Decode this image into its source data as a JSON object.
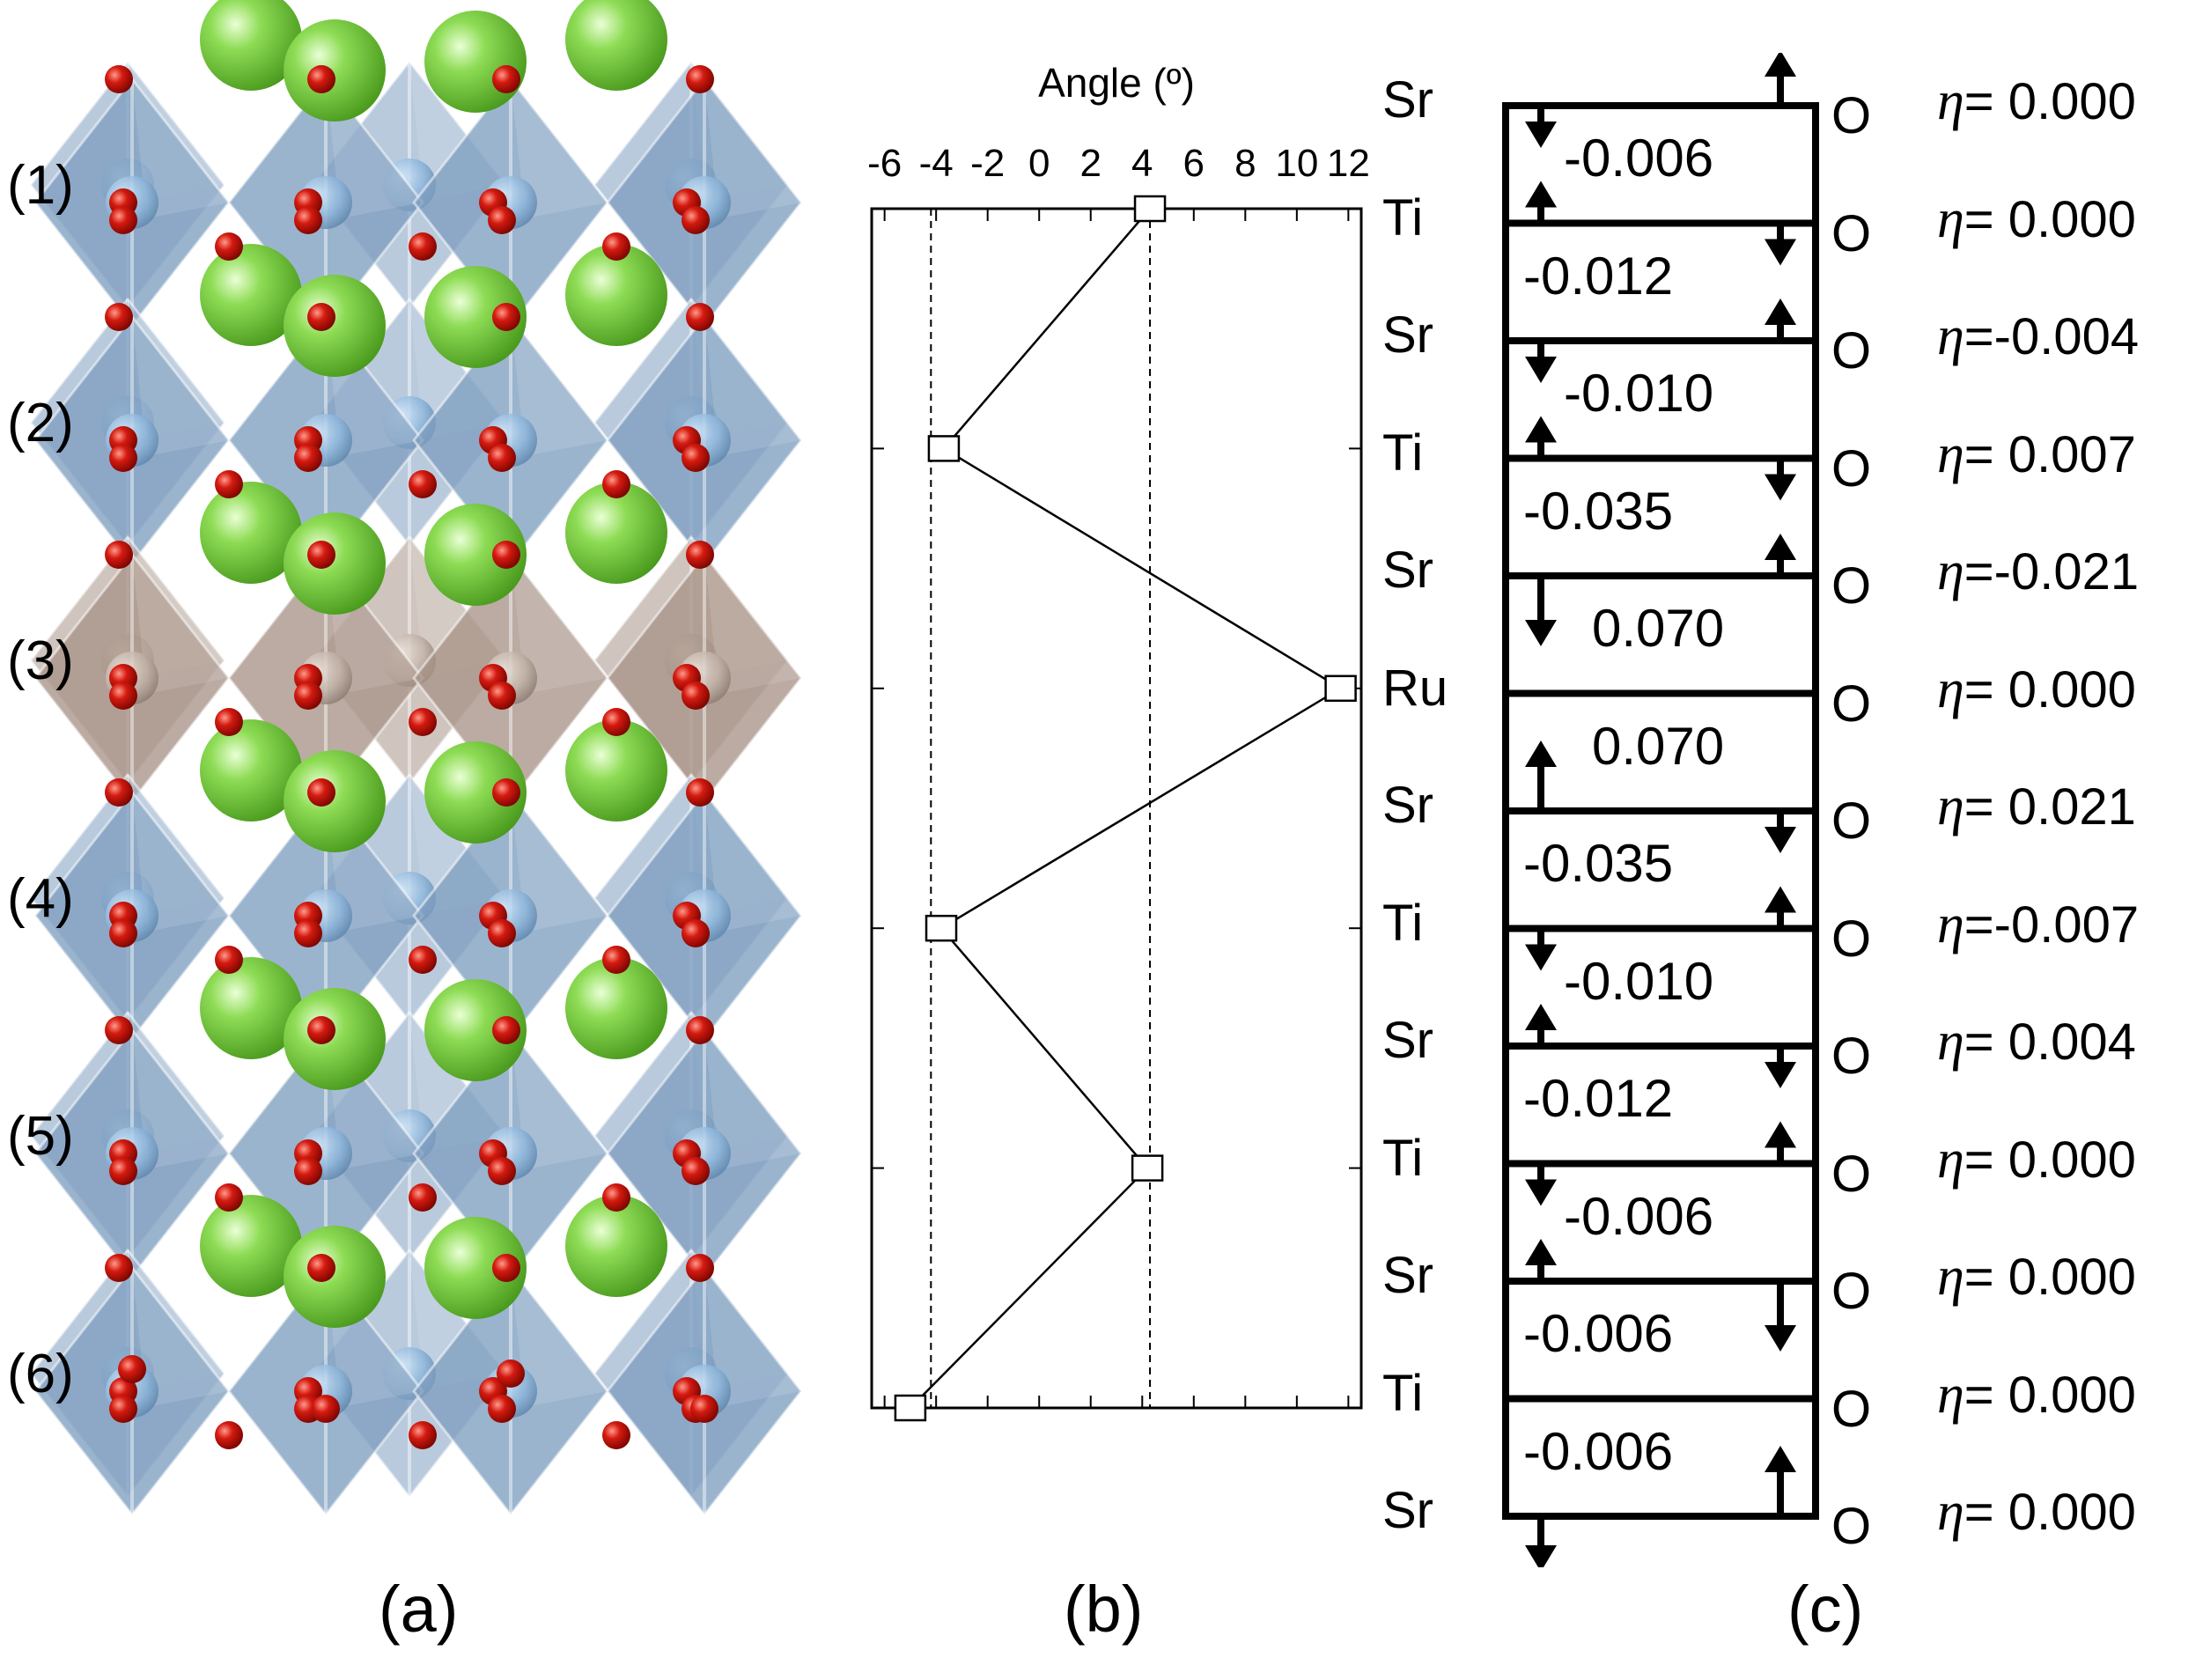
{
  "panel_labels": [
    "(a)",
    "(b)",
    "(c)"
  ],
  "layer_labels": [
    "(1)",
    "(2)",
    "(3)",
    "(4)",
    "(5)",
    "(6)"
  ],
  "colors": {
    "sr_sphere": "#7ed34a",
    "oxygen_sphere": "#cc1111",
    "ti_octahedron": "#7f9fc0",
    "ru_octahedron": "#9e8c82",
    "b_site_ti": "#8fb7dc",
    "b_site_ru": "#c2b3a8"
  },
  "chart_data": {
    "type": "line",
    "title": "",
    "xlabel": "Angle (o)",
    "x_ticks": [
      "-6",
      "-4",
      "-2",
      "0",
      "2",
      "4",
      "6",
      "8",
      "10",
      "12"
    ],
    "xlim": [
      -6.5,
      12.5
    ],
    "ylabel": "",
    "reference_lines_x": [
      -4.2,
      4.3
    ],
    "series": [
      {
        "layers": [
          "(1)",
          "(2)",
          "(3)",
          "(4)",
          "(5)",
          "(6)"
        ],
        "values": [
          4.3,
          -3.7,
          11.7,
          -3.8,
          4.2,
          -5.0
        ]
      }
    ]
  },
  "panel_c": {
    "elements": [
      "Sr",
      "Ti",
      "Sr",
      "Ti",
      "Sr",
      "Ru",
      "Sr",
      "Ti",
      "Sr",
      "Ti",
      "Sr",
      "Ti",
      "Sr"
    ],
    "oxygen": "O",
    "eta_symbol": "η",
    "eta": [
      "= 0.000",
      "= 0.000",
      "=-0.004",
      "= 0.007",
      "=-0.021",
      "= 0.000",
      "= 0.021",
      "=-0.007",
      "= 0.004",
      "= 0.000",
      "= 0.000",
      "= 0.000",
      "= 0.000"
    ],
    "displacements": [
      "-0.006",
      "-0.012",
      "-0.010",
      "-0.035",
      "0.070",
      "0.070",
      "-0.035",
      "-0.010",
      "-0.012",
      "-0.006",
      "-0.006",
      "-0.006"
    ]
  }
}
